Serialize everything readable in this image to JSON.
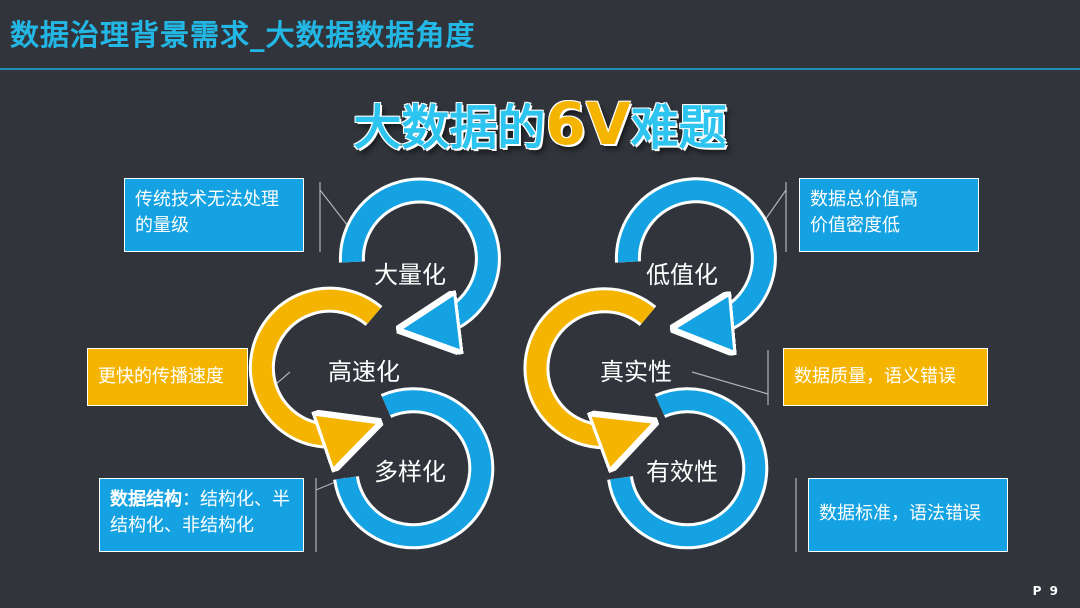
{
  "header": {
    "title": "数据治理背景需求_大数据数据角度"
  },
  "main_title": {
    "prefix": "大数据的",
    "accent": "6V",
    "suffix": "难题"
  },
  "labels": {
    "volume": "大量化",
    "velocity": "高速化",
    "variety": "多样化",
    "value": "低值化",
    "veracity": "真实性",
    "validity": "有效性"
  },
  "callouts": {
    "volume": "传统技术无法处理的量级",
    "velocity": "更快的传播速度",
    "variety_bold": "数据结构",
    "variety_rest": "：结构化、半结构化、非结构化",
    "value_line1": "数据总价值高",
    "value_line2": "价值密度低",
    "veracity": "数据质量，语义错误",
    "validity": "数据标准，语法错误"
  },
  "page_number": "P 9",
  "colors": {
    "blue": "#14a2e2",
    "yellow": "#f5b400",
    "background": "#31353b",
    "title_blue": "#2ec4f0"
  }
}
